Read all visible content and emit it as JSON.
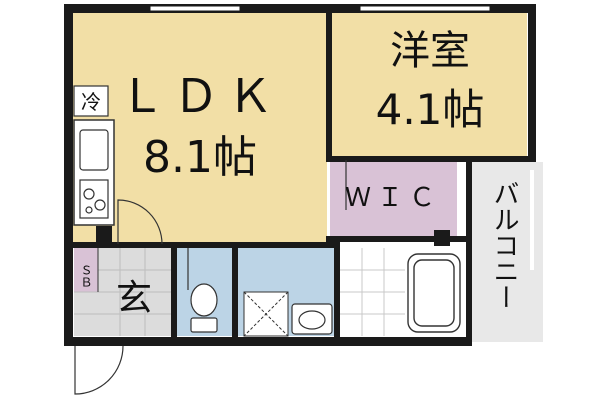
{
  "rooms": {
    "ldk": {
      "name": "ＬＤＫ",
      "size": "8.1帖",
      "color": "#f2dfa6"
    },
    "western": {
      "name": "洋室",
      "size": "4.1帖",
      "color": "#f2dfa6"
    },
    "wic": {
      "name": "ＷＩＣ",
      "color": "#d9c2d6"
    },
    "balcony": {
      "name": "バルコニー",
      "color": "#e6e6e6"
    },
    "entrance": {
      "name": "玄",
      "color": "#dcdcdc"
    },
    "shoebox": {
      "name": "ＳＢ",
      "color": "#d9c2d6"
    },
    "toilet": {
      "color": "#bcd4e6"
    },
    "washroom": {
      "color": "#bcd4e6"
    },
    "bath": {
      "color": "#ffffff"
    }
  },
  "kitchen": {
    "fridge": "冷"
  },
  "wall_color": "#1a1a1a"
}
